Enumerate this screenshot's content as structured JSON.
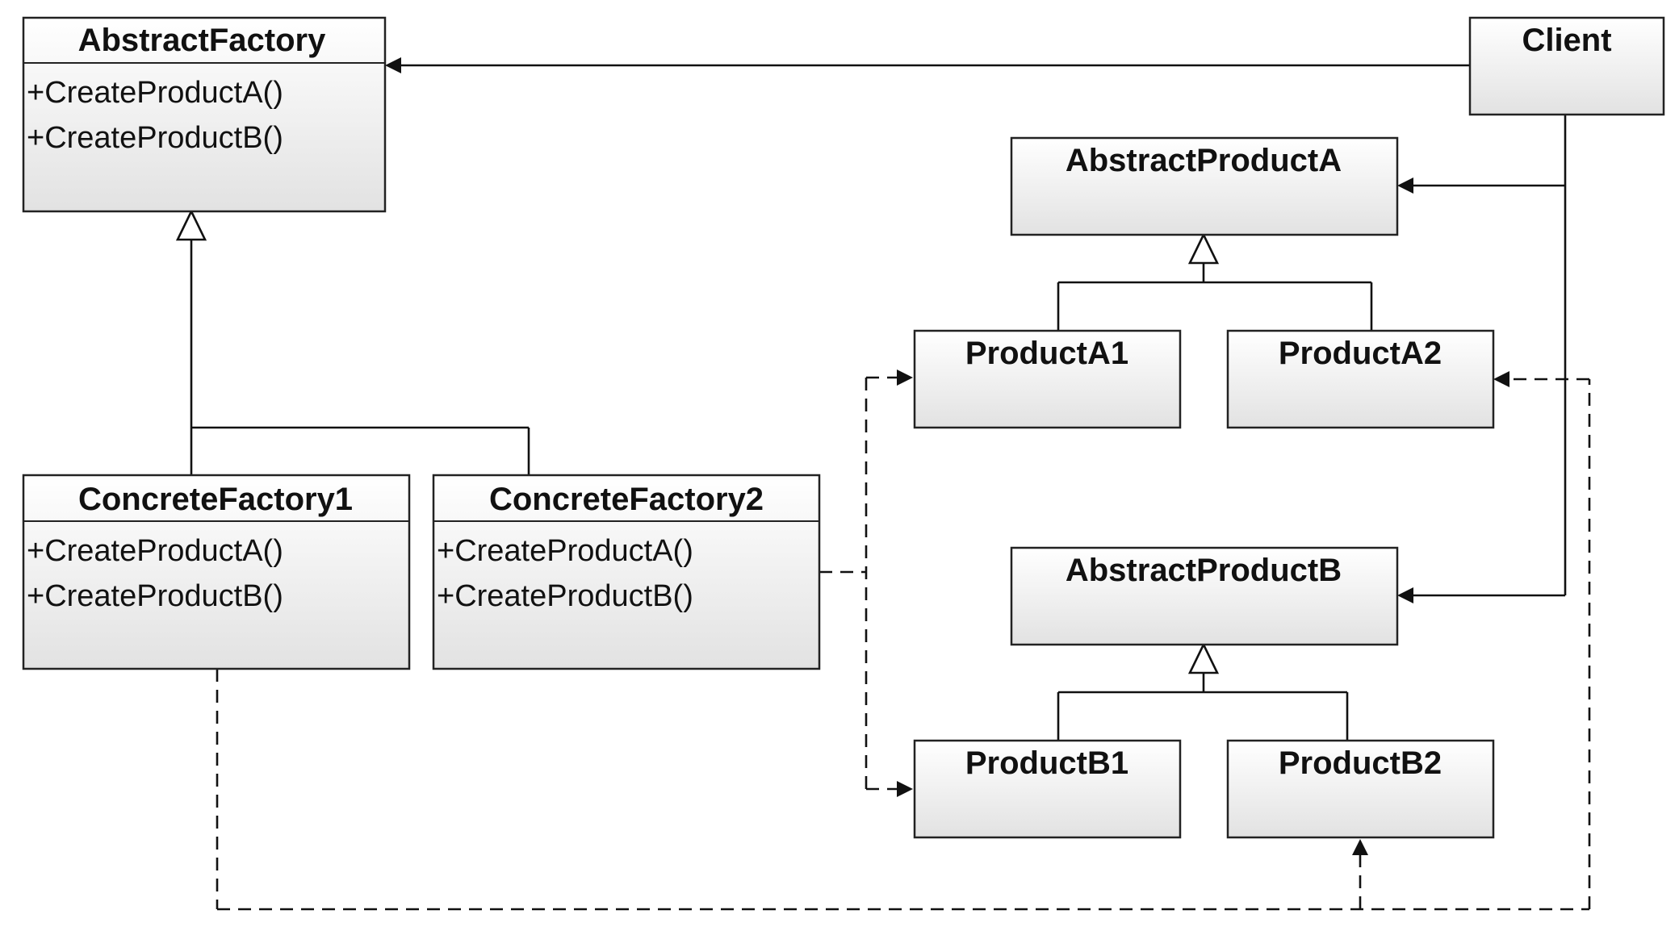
{
  "diagram": {
    "classes": [
      {
        "id": "abstract_factory",
        "name": "AbstractFactory",
        "operations": [
          "+CreateProductA()",
          "+CreateProductB()"
        ]
      },
      {
        "id": "client",
        "name": "Client",
        "operations": []
      },
      {
        "id": "abstract_product_a",
        "name": "AbstractProductA",
        "operations": []
      },
      {
        "id": "product_a1",
        "name": "ProductA1",
        "operations": []
      },
      {
        "id": "product_a2",
        "name": "ProductA2",
        "operations": []
      },
      {
        "id": "concrete_factory1",
        "name": "ConcreteFactory1",
        "operations": [
          "+CreateProductA()",
          "+CreateProductB()"
        ]
      },
      {
        "id": "concrete_factory2",
        "name": "ConcreteFactory2",
        "operations": [
          "+CreateProductA()",
          "+CreateProductB()"
        ]
      },
      {
        "id": "abstract_product_b",
        "name": "AbstractProductB",
        "operations": []
      },
      {
        "id": "product_b1",
        "name": "ProductB1",
        "operations": []
      },
      {
        "id": "product_b2",
        "name": "ProductB2",
        "operations": []
      }
    ],
    "relations": [
      {
        "type": "association",
        "from": "client",
        "to": "abstract_factory"
      },
      {
        "type": "association",
        "from": "client",
        "to": "abstract_product_a"
      },
      {
        "type": "association",
        "from": "client",
        "to": "abstract_product_b"
      },
      {
        "type": "generalization",
        "from": "concrete_factory1",
        "to": "abstract_factory"
      },
      {
        "type": "generalization",
        "from": "concrete_factory2",
        "to": "abstract_factory"
      },
      {
        "type": "generalization",
        "from": "product_a1",
        "to": "abstract_product_a"
      },
      {
        "type": "generalization",
        "from": "product_a2",
        "to": "abstract_product_a"
      },
      {
        "type": "generalization",
        "from": "product_b1",
        "to": "abstract_product_b"
      },
      {
        "type": "generalization",
        "from": "product_b2",
        "to": "abstract_product_b"
      },
      {
        "type": "dependency",
        "from": "concrete_factory2",
        "to": "product_a1"
      },
      {
        "type": "dependency",
        "from": "concrete_factory2",
        "to": "product_b1"
      },
      {
        "type": "dependency",
        "from": "concrete_factory1",
        "to": "product_a2"
      },
      {
        "type": "dependency",
        "from": "concrete_factory1",
        "to": "product_b2"
      }
    ]
  },
  "colors": {
    "box_fill_top": "#ffffff",
    "box_fill_bottom": "#e2e2e2",
    "stroke": "#222222",
    "background": "#ffffff"
  }
}
